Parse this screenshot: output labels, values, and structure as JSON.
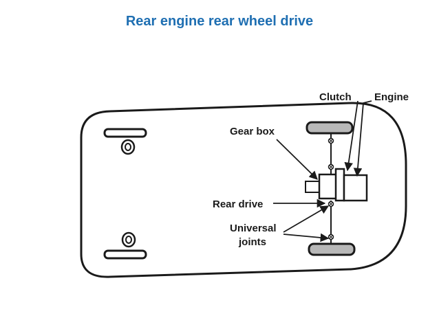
{
  "title": "Rear engine rear wheel drive",
  "colors": {
    "title": "#1f6fb2",
    "line": "#1a1a1a",
    "tire": "#b8b8b8"
  },
  "labels": {
    "clutch": "Clutch",
    "engine": "Engine",
    "gear_box": "Gear box",
    "rear_drive": "Rear drive",
    "universal": "Universal",
    "joints": "joints"
  }
}
